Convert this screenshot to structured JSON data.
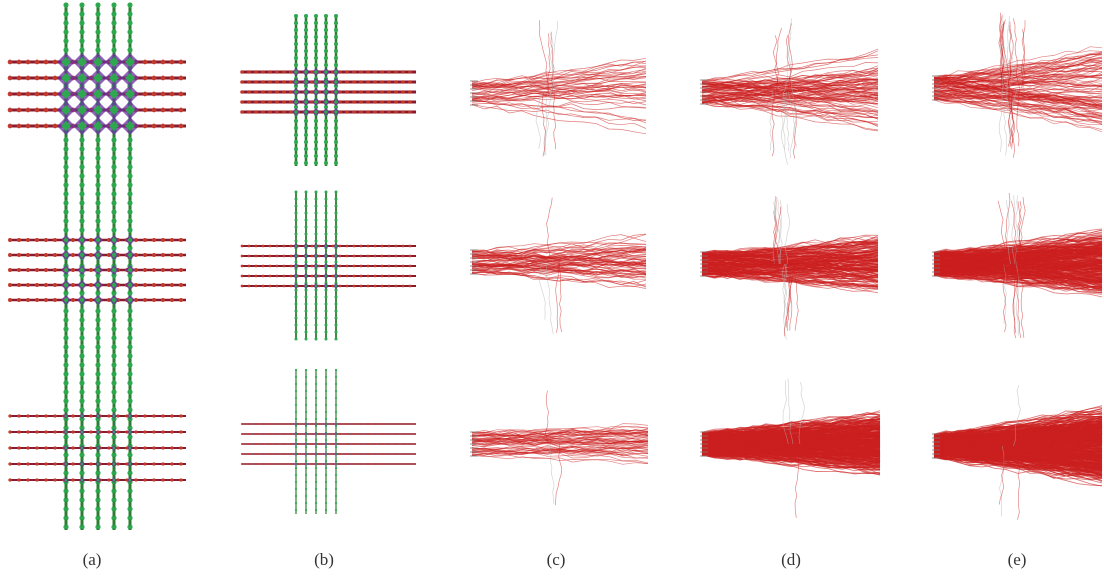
{
  "panel_labels": [
    "(a)",
    "(b)",
    "(c)",
    "(d)",
    "(e)"
  ],
  "colors": {
    "vertical_line": "#2e7d32",
    "vertical_node": "#2ea84e",
    "horizontal_line": "#8a1a2e",
    "horizontal_node": "#c0392b",
    "junction": "#6b2fa0",
    "track": "#cc1f1f",
    "track_faint": "#b0b0b0"
  }
}
